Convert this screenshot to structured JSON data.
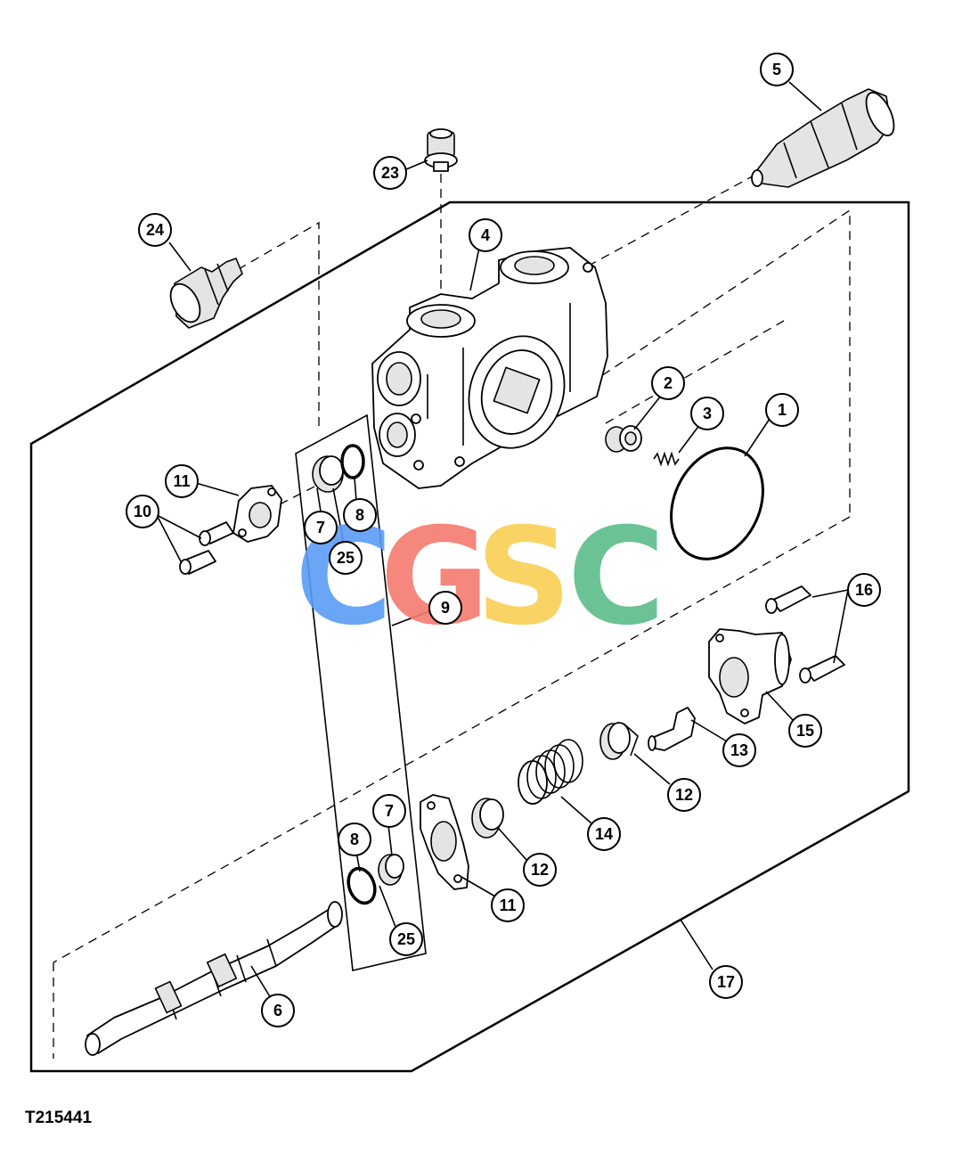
{
  "figure_id": "T215441",
  "watermark": {
    "letters": [
      {
        "char": "C",
        "color": "#5b9cf5"
      },
      {
        "char": "G",
        "color": "#f47b6e"
      },
      {
        "char": "S",
        "color": "#f9d055"
      },
      {
        "char": "C",
        "color": "#5cbd8a"
      }
    ]
  },
  "callouts": [
    "1",
    "2",
    "3",
    "4",
    "5",
    "6",
    "7",
    "7",
    "8",
    "8",
    "9",
    "10",
    "11",
    "11",
    "12",
    "12",
    "13",
    "14",
    "15",
    "16",
    "17",
    "23",
    "24",
    "25",
    "25"
  ]
}
